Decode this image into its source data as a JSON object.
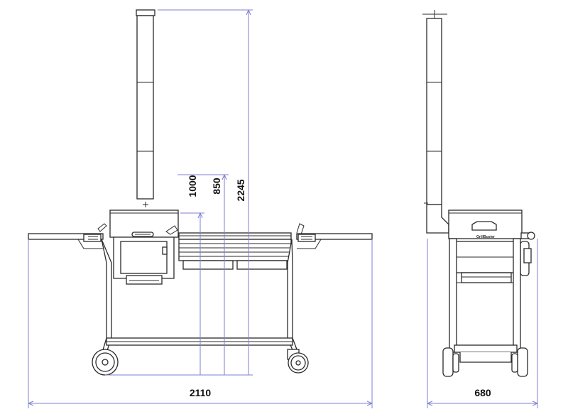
{
  "dimensions": {
    "total_width": "2110",
    "depth": "680",
    "height_chimney": "2245",
    "height_grill": "850",
    "height_firebox": "1000"
  },
  "colors": {
    "outline": "#2a2a2a",
    "dimension_line": "#7f7fd6",
    "text": "#111111"
  },
  "views": [
    "front-view",
    "side-view"
  ]
}
